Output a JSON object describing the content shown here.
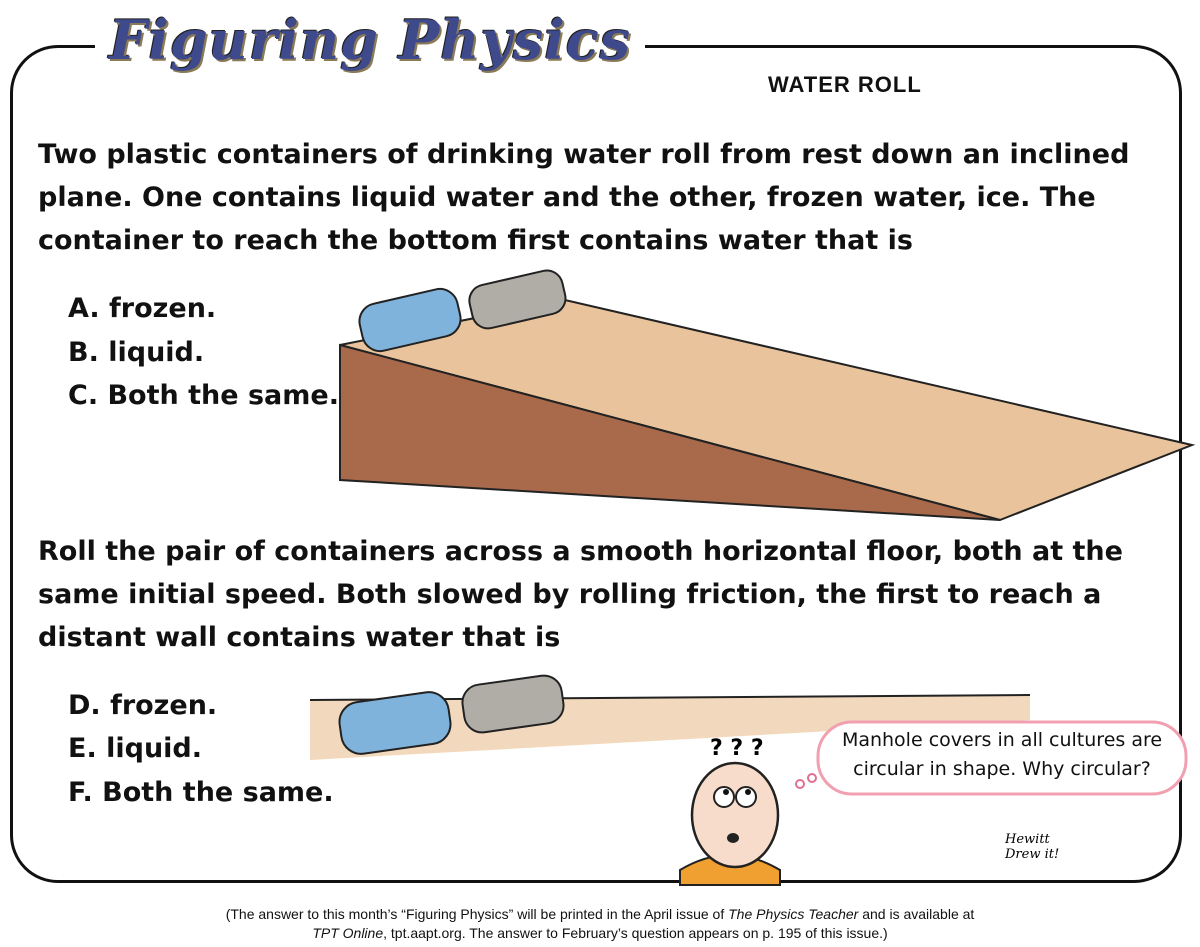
{
  "header": {
    "logo_text": "Figuring Physics",
    "title": "WATER ROLL"
  },
  "question1": {
    "text": "Two plastic containers of drinking water roll from rest down an inclined plane. One contains liquid water and the other, frozen water, ice. The container to reach the bottom first contains water that is",
    "options": [
      "A. frozen.",
      "B. liquid.",
      "C. Both the same."
    ]
  },
  "question2": {
    "text": "Roll the pair of containers across a smooth horizontal floor, both at the same initial speed.  Both slowed by rolling friction, the first to reach a distant wall contains water that is",
    "options": [
      "D. frozen.",
      "E. liquid.",
      "F. Both the same."
    ]
  },
  "thought_bubble": {
    "line1": "Manhole covers in all cultures are",
    "line2": "circular in shape. Why circular?"
  },
  "question_marks": "? ? ?",
  "signature": {
    "line1": "Hewitt",
    "line2": "Drew it!"
  },
  "caption": {
    "part1": "(The answer to this month’s “Figuring Physics” will be printed in the April issue of ",
    "journal": "The Physics Teacher",
    "part2": " and is available at ",
    "online": "TPT Online",
    "part3": ", tpt.aapt.org. The answer to February’s question appears on p. 195 of this issue.)"
  },
  "colors": {
    "ramp_top": "#e8c39c",
    "ramp_side": "#a86a4a",
    "water_bottle": "#7fb3dc",
    "ice_bottle": "#b0aca6",
    "shirt": "#f0a030",
    "bubble_outline": "#f0a0b0"
  }
}
